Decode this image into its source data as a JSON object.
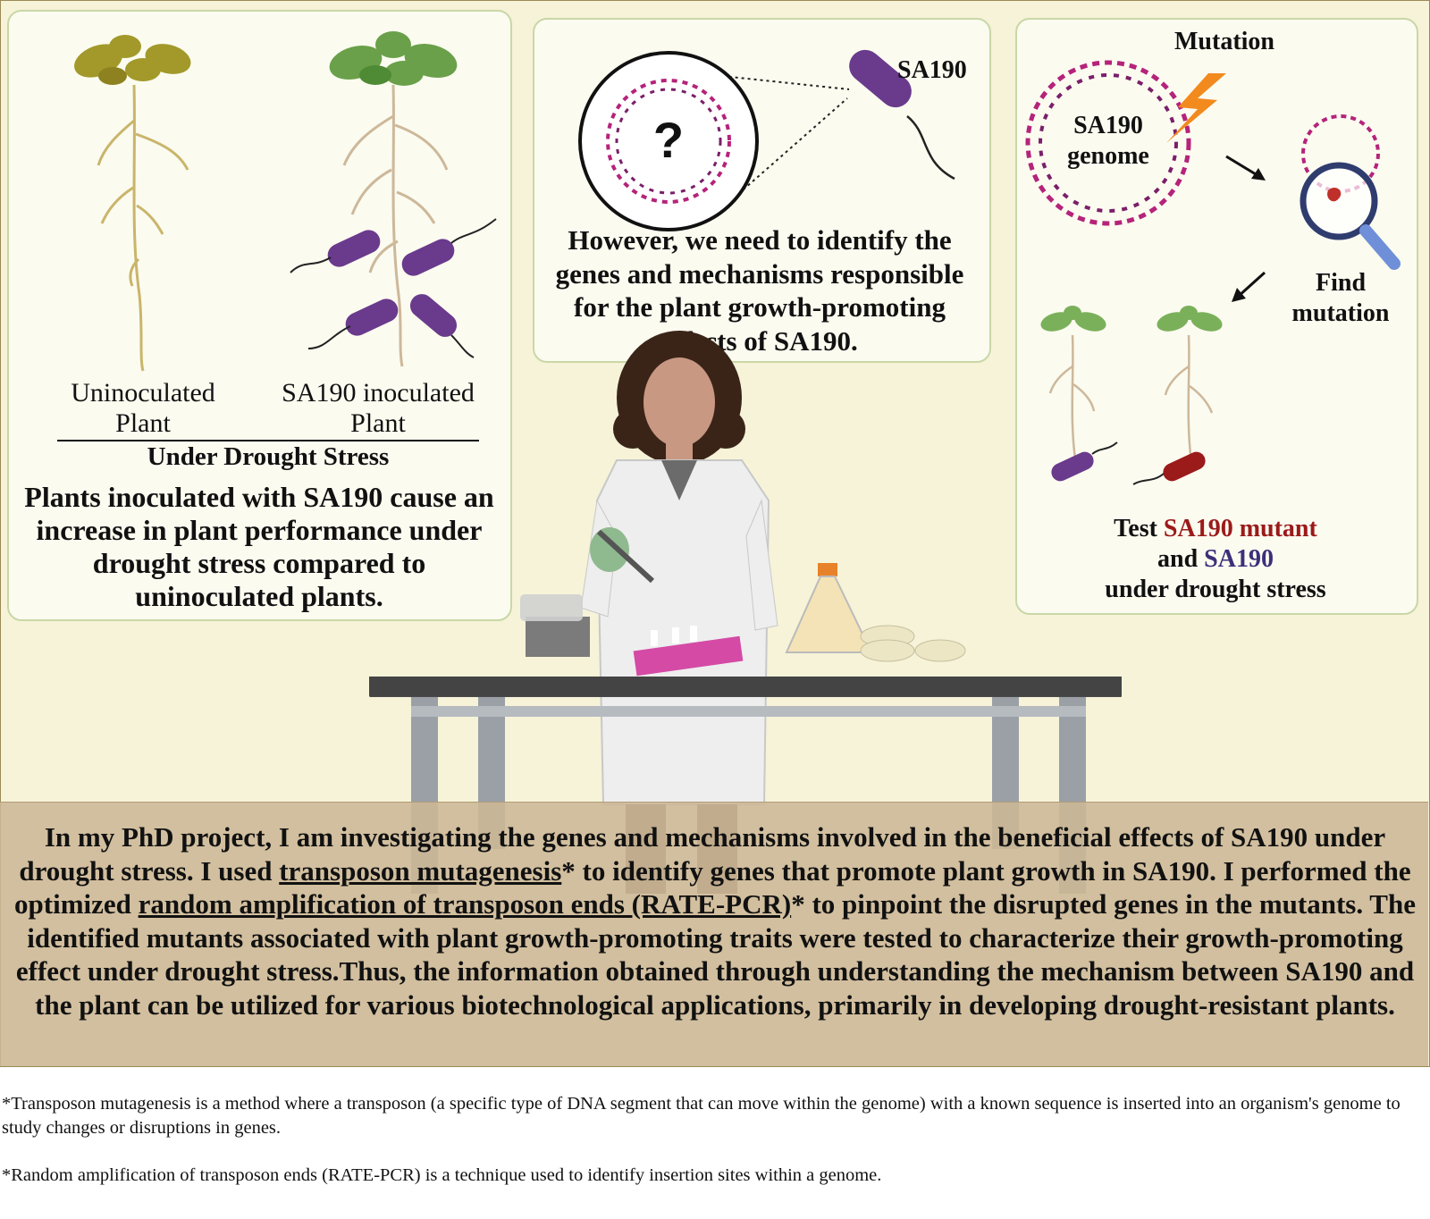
{
  "panel_left": {
    "label_uninoculated_1": "Uninoculated",
    "label_uninoculated_2": "Plant",
    "label_inoculated_1": "SA190 inoculated",
    "label_inoculated_2": "Plant",
    "condition": "Under Drought Stress",
    "caption": "Plants inoculated with SA190 cause an increase in plant performance under drought stress compared to uninoculated plants."
  },
  "panel_middle": {
    "bacterium_label": "SA190",
    "question_mark": "?",
    "caption": "However, we need to identify the genes and mechanisms responsible for the plant growth-promoting effects of SA190."
  },
  "panel_right": {
    "mutation_label": "Mutation",
    "genome_label_1": "SA190",
    "genome_label_2": "genome",
    "find_label_1": "Find",
    "find_label_2": "mutation",
    "test_word": "Test",
    "mutant_label": "SA190 mutant",
    "and_word": "and",
    "sa190_label": "SA190",
    "under_label": "under drought stress"
  },
  "summary": {
    "s1": "In my PhD project, I am investigating the genes and mechanisms involved in the beneficial effects of SA190 under drought stress. I used ",
    "u1": "transposon mutagenesis",
    "s2": "* to identify genes that promote plant growth in SA190. I performed the optimized ",
    "u2": "random amplification of transposon ends (RATE-PCR)",
    "s3": "* to pinpoint the disrupted genes in the mutants. The identified mutants associated with plant growth-promoting traits were tested to characterize their growth-promoting effect under drought stress.Thus, the information obtained through understanding the mechanism between SA190 and the plant can be utilized for various biotechnological applications, primarily in developing drought-resistant plants."
  },
  "footnotes": {
    "f1": "*Transposon mutagenesis is a method where a transposon (a specific type of DNA segment that can move within the genome) with a known sequence is inserted into an organism's genome to study changes or disruptions in genes.",
    "f2": "*Random amplification of transposon ends (RATE-PCR) is a technique used to identify insertion sites within a genome."
  },
  "colors": {
    "background": "#f6f3d8",
    "bacterium": "#6a3a8c",
    "mutant_bacterium": "#9b1a1a",
    "dna": "#b5237a",
    "lightning": "#f28a1e",
    "summary_band": "#cdb796"
  }
}
